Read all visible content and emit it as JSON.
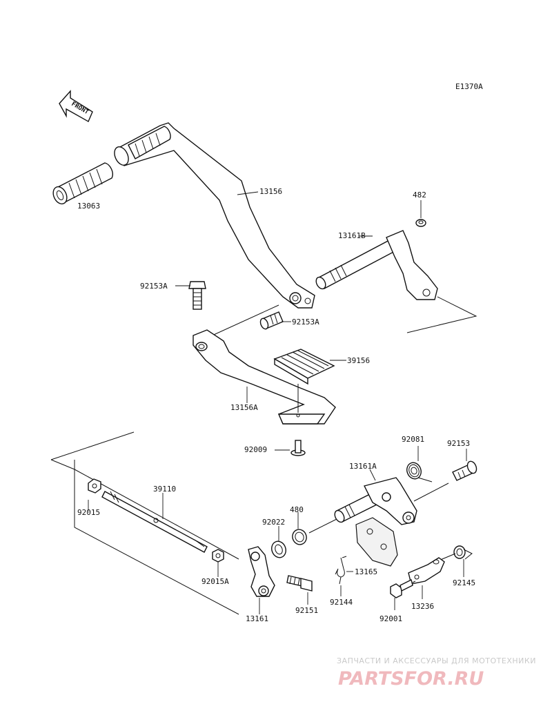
{
  "diagram_code": "E1370A",
  "front_arrow_label": "FRONT",
  "callouts": {
    "p13063": "13063",
    "p13156": "13156",
    "p482": "482",
    "p13161B": "13161B",
    "p92153A_top": "92153A",
    "p92153A_mid": "92153A",
    "p39156": "39156",
    "p13156A": "13156A",
    "p92009": "92009",
    "p92081": "92081",
    "p92153": "92153",
    "p13161A": "13161A",
    "p39110": "39110",
    "p480": "480",
    "p92022": "92022",
    "p92015": "92015",
    "p92015A": "92015A",
    "p13165": "13165",
    "p92144": "92144",
    "p92145": "92145",
    "p13236": "13236",
    "p92001": "92001",
    "p13161": "13161",
    "p92151": "92151"
  },
  "watermark": {
    "tagline": "ЗАПЧАСТИ И АКСЕССУАРЫ ДЛЯ МОТОТЕХНИКИ",
    "logo": "PARTSFOR.RU"
  }
}
